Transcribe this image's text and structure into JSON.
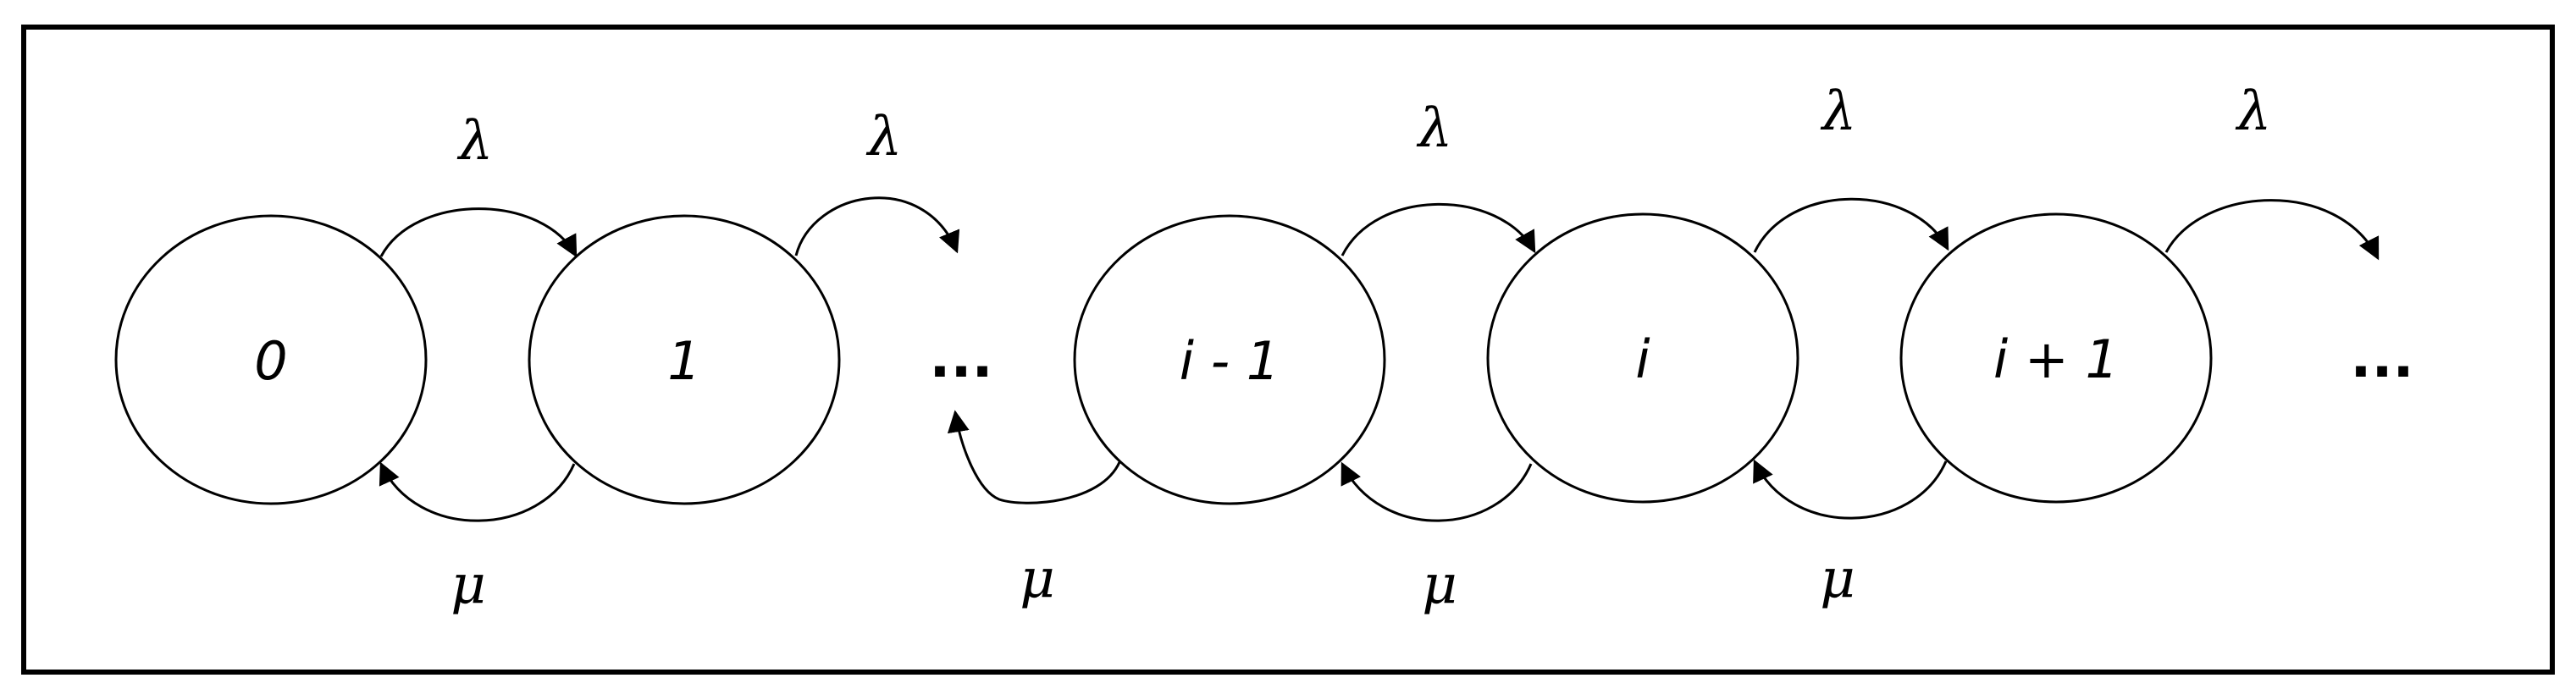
{
  "states": [
    {
      "id": "s0",
      "label": "0"
    },
    {
      "id": "s1",
      "label": "1"
    },
    {
      "id": "s_im1",
      "label": "i - 1"
    },
    {
      "id": "s_i",
      "label": "i"
    },
    {
      "id": "s_ip1",
      "label": "i + 1"
    }
  ],
  "ellipses": [
    "...",
    "..."
  ],
  "arrival_labels": [
    "λ",
    "λ",
    "λ",
    "λ",
    "λ"
  ],
  "service_labels": [
    "μ",
    "μ",
    "μ",
    "μ"
  ],
  "colors": {
    "stroke": "#000000",
    "background": "#ffffff"
  }
}
